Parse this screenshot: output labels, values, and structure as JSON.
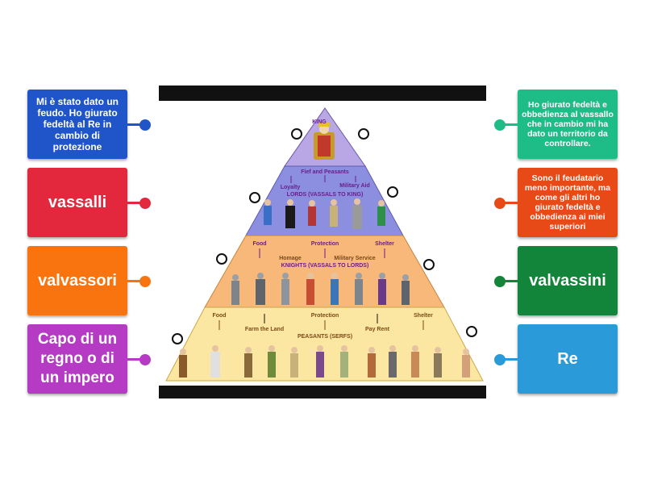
{
  "left_cards": [
    {
      "text": "Mi è stato dato un feudo. Ho giurato fedeltà al Re in cambio di protezione",
      "color": "#1f55c9"
    },
    {
      "text": "vassalli",
      "color": "#e3283e"
    },
    {
      "text": "valvassori",
      "color": "#f9740f"
    },
    {
      "text": "Capo di un regno o di un impero",
      "color": "#b53bc4"
    }
  ],
  "right_cards": [
    {
      "text": "Ho giurato fedeltà e obbedienza al vassallo che in cambio mi ha dato un territorio da controllare.",
      "color": "#1ebd87"
    },
    {
      "text": "Sono il feudatario meno importante, ma come gli altri ho giurato fedeltà e obbedienza ai miei superiori",
      "color": "#e74a17"
    },
    {
      "text": "valvassini",
      "color": "#13853a"
    },
    {
      "text": "Re",
      "color": "#2b9ad8"
    }
  ],
  "pyramid": {
    "king_label": "KING",
    "lords_label": "LORDS (VASSALS TO KING)",
    "knights_label": "KNIGHTS (VASSALS TO LORDS)",
    "peasants_label": "PEASANTS (SERFS)",
    "fief": "Fief and Peasants",
    "loyalty": "Loyalty",
    "military_aid": "Military Aid",
    "food": "Food",
    "protection": "Protection",
    "shelter": "Shelter",
    "homage": "Homage",
    "military_service": "Military Service",
    "farm_the_land": "Farm the Land",
    "pay_rent": "Pay Rent"
  },
  "icons": {
    "figure": "person-figure-icon",
    "target": "drop-target-icon",
    "dot": "connector-dot-icon"
  }
}
